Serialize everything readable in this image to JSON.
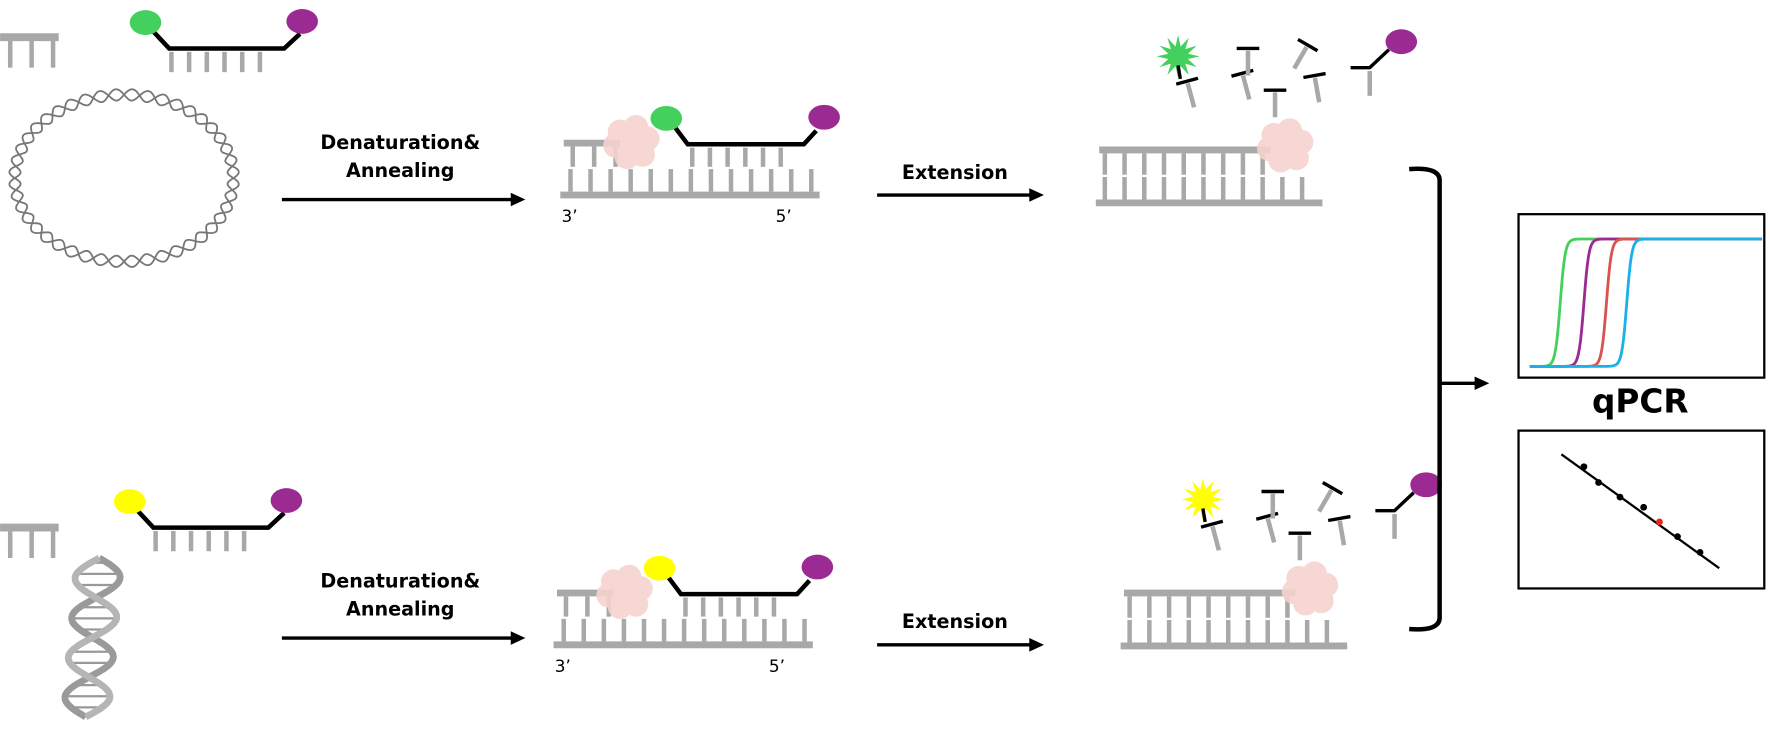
{
  "labels": {
    "step1_line1": "Denaturation&",
    "step1_line2": "Annealing",
    "step2": "Extension",
    "end3": "3’",
    "end5": "5’",
    "qpcr": "qPCR"
  },
  "colors": {
    "strand": "#a8a8a8",
    "probe": "#000000",
    "fluor_top": "#44d05c",
    "fluor_bottom": "#ffff00",
    "quencher": "#9b2a92",
    "polymerase": "#f6d3cf",
    "curves": [
      "#44d05c",
      "#9b2a92",
      "#d9534f",
      "#1ab0e8"
    ],
    "point_highlight": "#e8231b"
  }
}
